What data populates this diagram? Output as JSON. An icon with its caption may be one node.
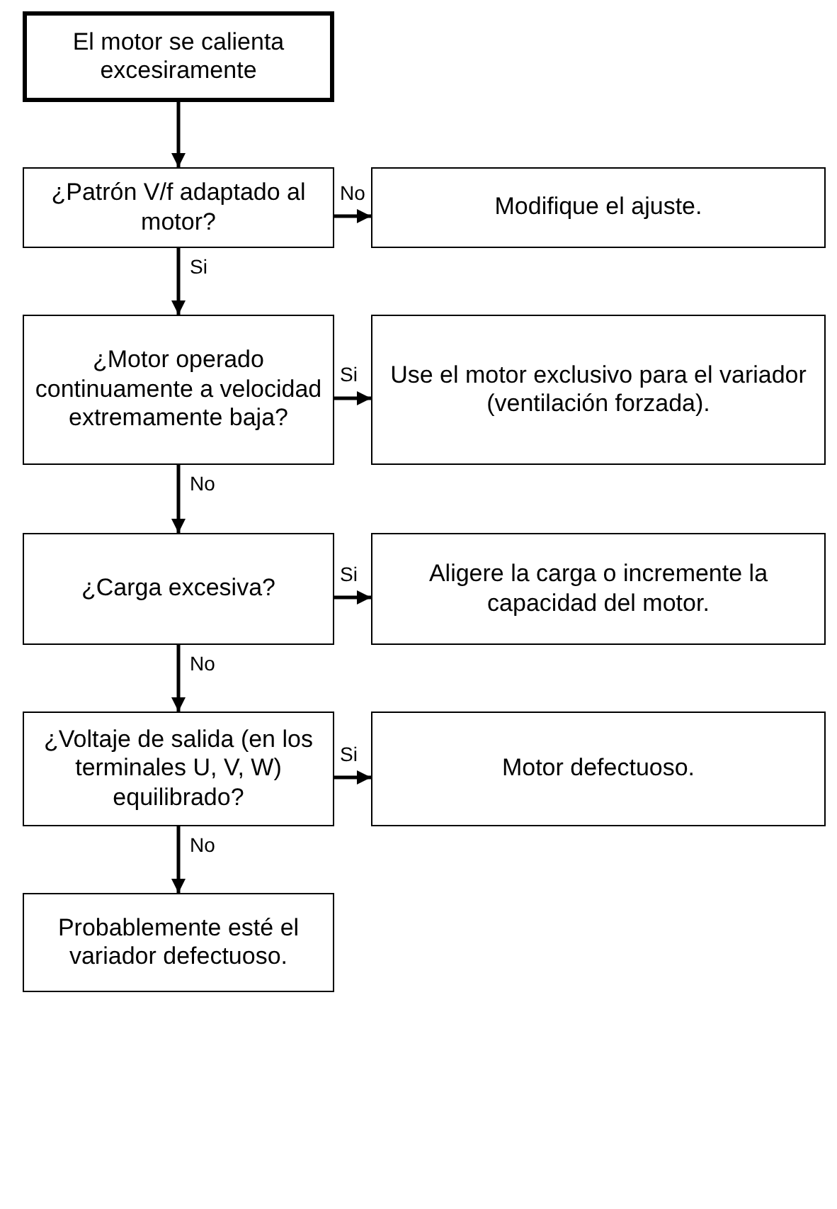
{
  "diagram": {
    "nodes": [
      {
        "text": [
          "El motor se calienta excesiramente"
        ]
      },
      {
        "text": [
          "¿Patrón V/f adaptado al motor?"
        ]
      },
      {
        "text": [
          "Modifique el ajuste."
        ]
      },
      {
        "text": [
          "¿Motor operado continuamente a velocidad extremamente baja?"
        ]
      },
      {
        "text": [
          "Use el motor exclusivo para el variador (ventilación forzada)."
        ]
      },
      {
        "text": [
          "¿Carga excesiva?"
        ]
      },
      {
        "text": [
          "Aligere la carga o incremente la capacidad del motor."
        ]
      },
      {
        "text": [
          "¿Voltaje de salida (en los terminales U, V, W) equilibrado?"
        ]
      },
      {
        "text": [
          "Motor defectuoso."
        ]
      },
      {
        "text": [
          "Probablemente esté el variador defectuoso."
        ]
      }
    ],
    "edges": [
      {
        "from": 0,
        "to": 1,
        "arrow": "to"
      },
      {
        "from": 1,
        "to": 2,
        "arrow": "to",
        "label": "No"
      },
      {
        "from": 1,
        "to": 3,
        "arrow": "to",
        "label": "Si"
      },
      {
        "from": 3,
        "to": 4,
        "arrow": "to",
        "label": "Si"
      },
      {
        "from": 3,
        "to": 5,
        "arrow": "to",
        "label": "No"
      },
      {
        "from": 5,
        "to": 6,
        "arrow": "to",
        "label": "Si"
      },
      {
        "from": 5,
        "to": 7,
        "arrow": "to",
        "label": "No"
      },
      {
        "from": 7,
        "to": 8,
        "arrow": "to",
        "label": "Si"
      },
      {
        "from": 7,
        "to": 9,
        "arrow": "to",
        "label": "No"
      }
    ]
  }
}
